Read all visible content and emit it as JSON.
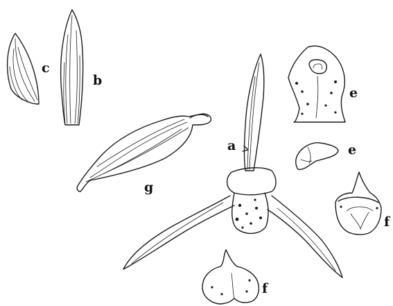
{
  "figure": {
    "labels": {
      "a": "a",
      "b": "b",
      "c": "c",
      "e1": "e",
      "e2": "e",
      "f1": "f",
      "f2": "f",
      "g": "g"
    }
  }
}
